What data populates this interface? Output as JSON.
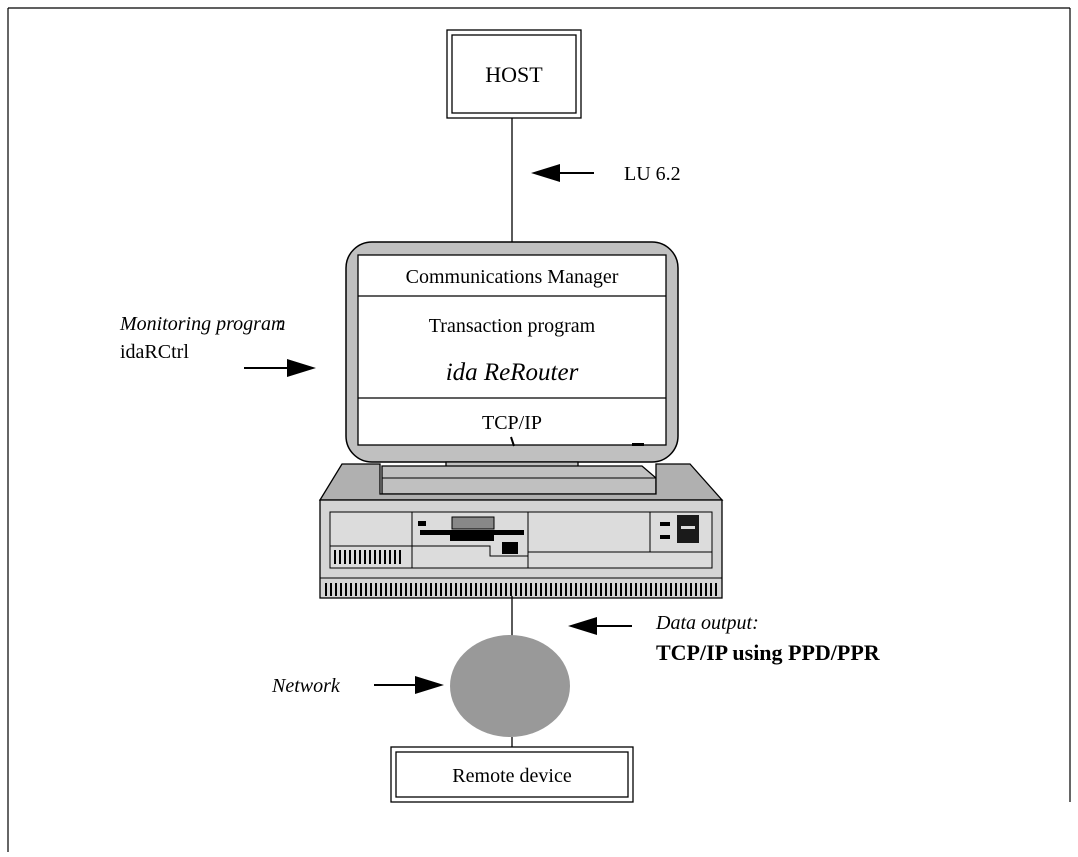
{
  "diagram": {
    "host_label": "HOST",
    "protocol_label": "LU 6.2",
    "monitor_layers": {
      "top": "Communications Manager",
      "middle_1": "Transaction program",
      "middle_2": "ida ReRouter",
      "bottom": "TCP/IP"
    },
    "monitoring": {
      "caption": "Monitoring program",
      "colon": ":",
      "program": "idaRCtrl"
    },
    "data_output": {
      "caption": "Data output:",
      "value": "TCP/IP using PPD/PPR"
    },
    "network_label": "Network",
    "remote_label": "Remote device",
    "colors": {
      "line": "#000000",
      "network_fill": "#999999",
      "monitor_fill": "#c0c0c0",
      "cpu_top": "#b0b0b0",
      "cpu_front": "#d4d4d4",
      "dark_accent": "#1a1a1a"
    }
  }
}
